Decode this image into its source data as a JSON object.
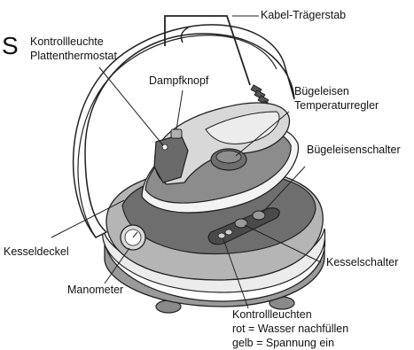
{
  "corner_letter": "S",
  "labels": {
    "kabel_traegerstab": "Kabel-Trägerstab",
    "kontrollleuchte_line1": "Kontrollleuchte",
    "kontrollleuchte_line2": "Plattenthermostat",
    "dampfknopf": "Dampfknopf",
    "buegeleisen_temp_line1": "Bügeleisen",
    "buegeleisen_temp_line2": "Temperaturregler",
    "buegeleisenschalter": "Bügeleisenschalter",
    "kesseldeckel": "Kesseldeckel",
    "kesselschalter": "Kesselschalter",
    "manometer": "Manometer",
    "kontrollleuchten_line1": "Kontrollleuchten",
    "kontrollleuchten_line2": "rot = Wasser nachfüllen",
    "kontrollleuchten_line3": "gelb = Spannung ein"
  }
}
